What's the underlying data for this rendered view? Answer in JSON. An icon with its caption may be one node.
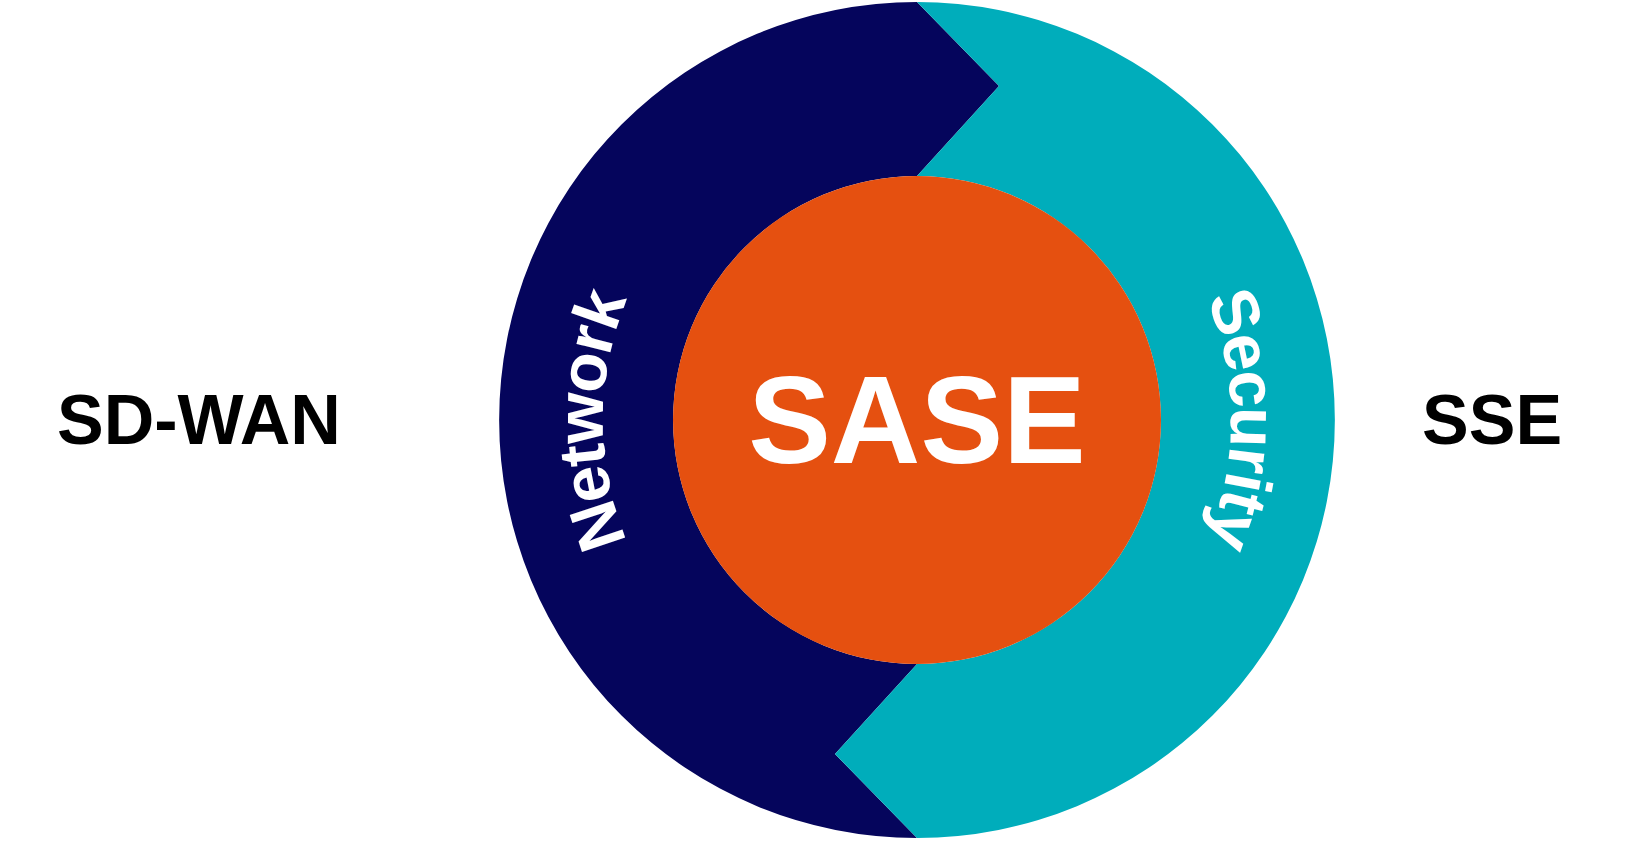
{
  "diagram": {
    "nodes": [
      {
        "text": [
          "Network"
        ]
      },
      {
        "text": [
          "SASE"
        ]
      },
      {
        "text": [
          "Security"
        ]
      }
    ],
    "labels": [
      "SD-WAN",
      "SSE"
    ]
  }
}
